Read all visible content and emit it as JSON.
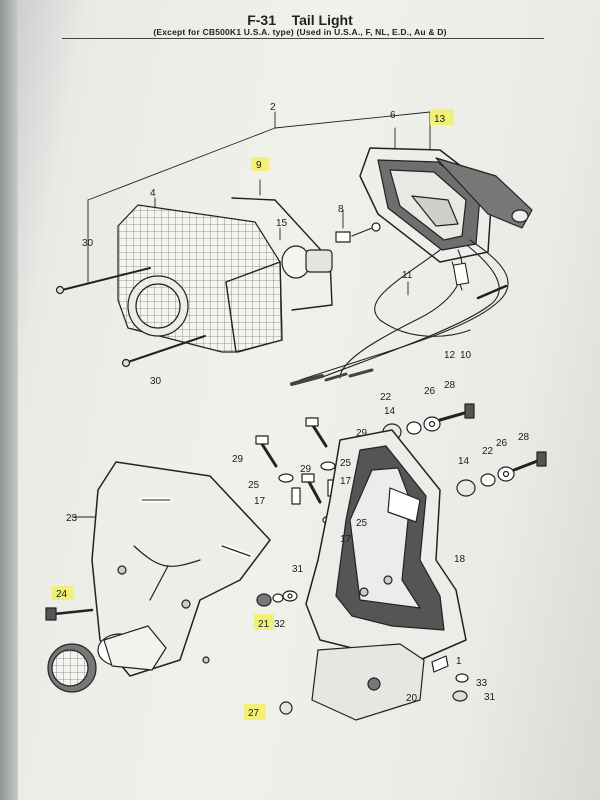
{
  "header": {
    "code": "F-31",
    "title": "Tail Light",
    "subtitle": "(Except for CB500K1 U.S.A. type)   (Used in U.S.A., F, NL, E.D., Au & D)"
  },
  "colors": {
    "highlight": "#f3f06a",
    "ink": "#1c1c1c",
    "paper": "#efefea"
  },
  "parts": [
    {
      "id": "p1",
      "text": "1"
    },
    {
      "id": "p2",
      "text": "2"
    },
    {
      "id": "p4",
      "text": "4"
    },
    {
      "id": "p6",
      "text": "6"
    },
    {
      "id": "p8",
      "text": "8"
    },
    {
      "id": "p9",
      "text": "9",
      "highlight": true
    },
    {
      "id": "p10",
      "text": "10"
    },
    {
      "id": "p11",
      "text": "11"
    },
    {
      "id": "p12",
      "text": "12"
    },
    {
      "id": "p13",
      "text": "13",
      "highlight": true
    },
    {
      "id": "p14a",
      "text": "14"
    },
    {
      "id": "p14b",
      "text": "14"
    },
    {
      "id": "p15",
      "text": "15"
    },
    {
      "id": "p17a",
      "text": "17"
    },
    {
      "id": "p17b",
      "text": "17"
    },
    {
      "id": "p17c",
      "text": "17"
    },
    {
      "id": "p18",
      "text": "18"
    },
    {
      "id": "p20",
      "text": "20"
    },
    {
      "id": "p21",
      "text": "21",
      "highlight": true
    },
    {
      "id": "p22a",
      "text": "22"
    },
    {
      "id": "p22b",
      "text": "22"
    },
    {
      "id": "p23",
      "text": "23"
    },
    {
      "id": "p24",
      "text": "24",
      "highlight": true
    },
    {
      "id": "p25a",
      "text": "25"
    },
    {
      "id": "p25b",
      "text": "25"
    },
    {
      "id": "p25c",
      "text": "25"
    },
    {
      "id": "p26a",
      "text": "26"
    },
    {
      "id": "p26b",
      "text": "26"
    },
    {
      "id": "p27",
      "text": "27",
      "highlight": true
    },
    {
      "id": "p28a",
      "text": "28"
    },
    {
      "id": "p28b",
      "text": "28"
    },
    {
      "id": "p29a",
      "text": "29"
    },
    {
      "id": "p29b",
      "text": "29"
    },
    {
      "id": "p29c",
      "text": "29"
    },
    {
      "id": "p30a",
      "text": "30"
    },
    {
      "id": "p30b",
      "text": "30"
    },
    {
      "id": "p31a",
      "text": "31"
    },
    {
      "id": "p31b",
      "text": "31"
    },
    {
      "id": "p32",
      "text": "32"
    },
    {
      "id": "p33",
      "text": "33"
    }
  ]
}
